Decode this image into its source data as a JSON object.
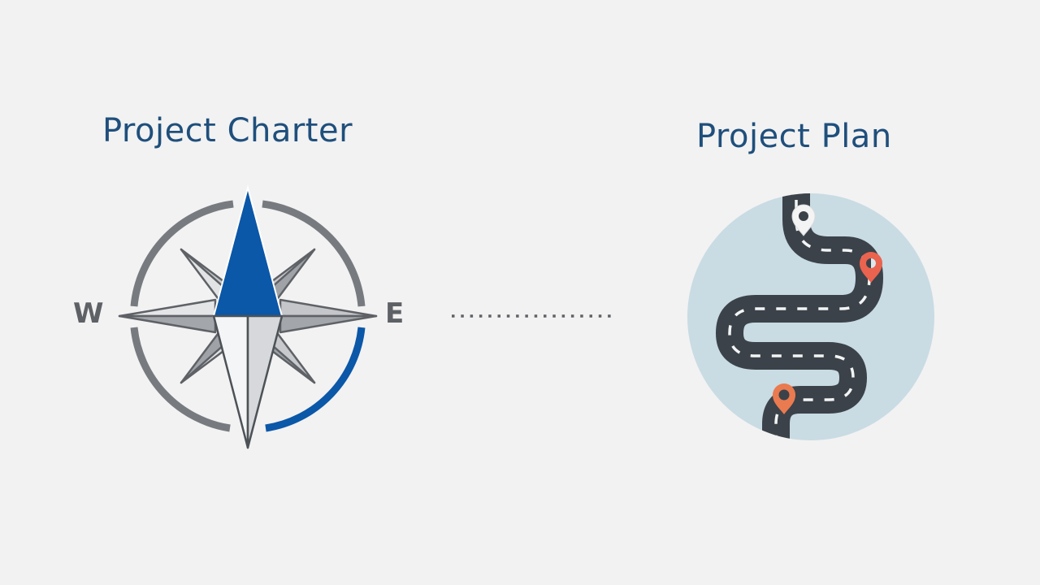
{
  "left": {
    "title": "Project Charter",
    "icon": "compass-icon",
    "labels": {
      "west": "W",
      "east": "E"
    }
  },
  "connector": {
    "style": "dotted-line"
  },
  "right": {
    "title": "Project Plan",
    "icon": "winding-road-icon",
    "markers": [
      "start-pin",
      "mid-pin",
      "end-pin"
    ]
  },
  "colors": {
    "background": "#f2f2f2",
    "title": "#1f4f7c",
    "compass_blue": "#0b57a8",
    "compass_gray": "#777b80",
    "road": "#3b4249",
    "map_circle": "#c9dbe3",
    "pin_red": "#e9634f",
    "pin_white": "#f4f4f4"
  }
}
